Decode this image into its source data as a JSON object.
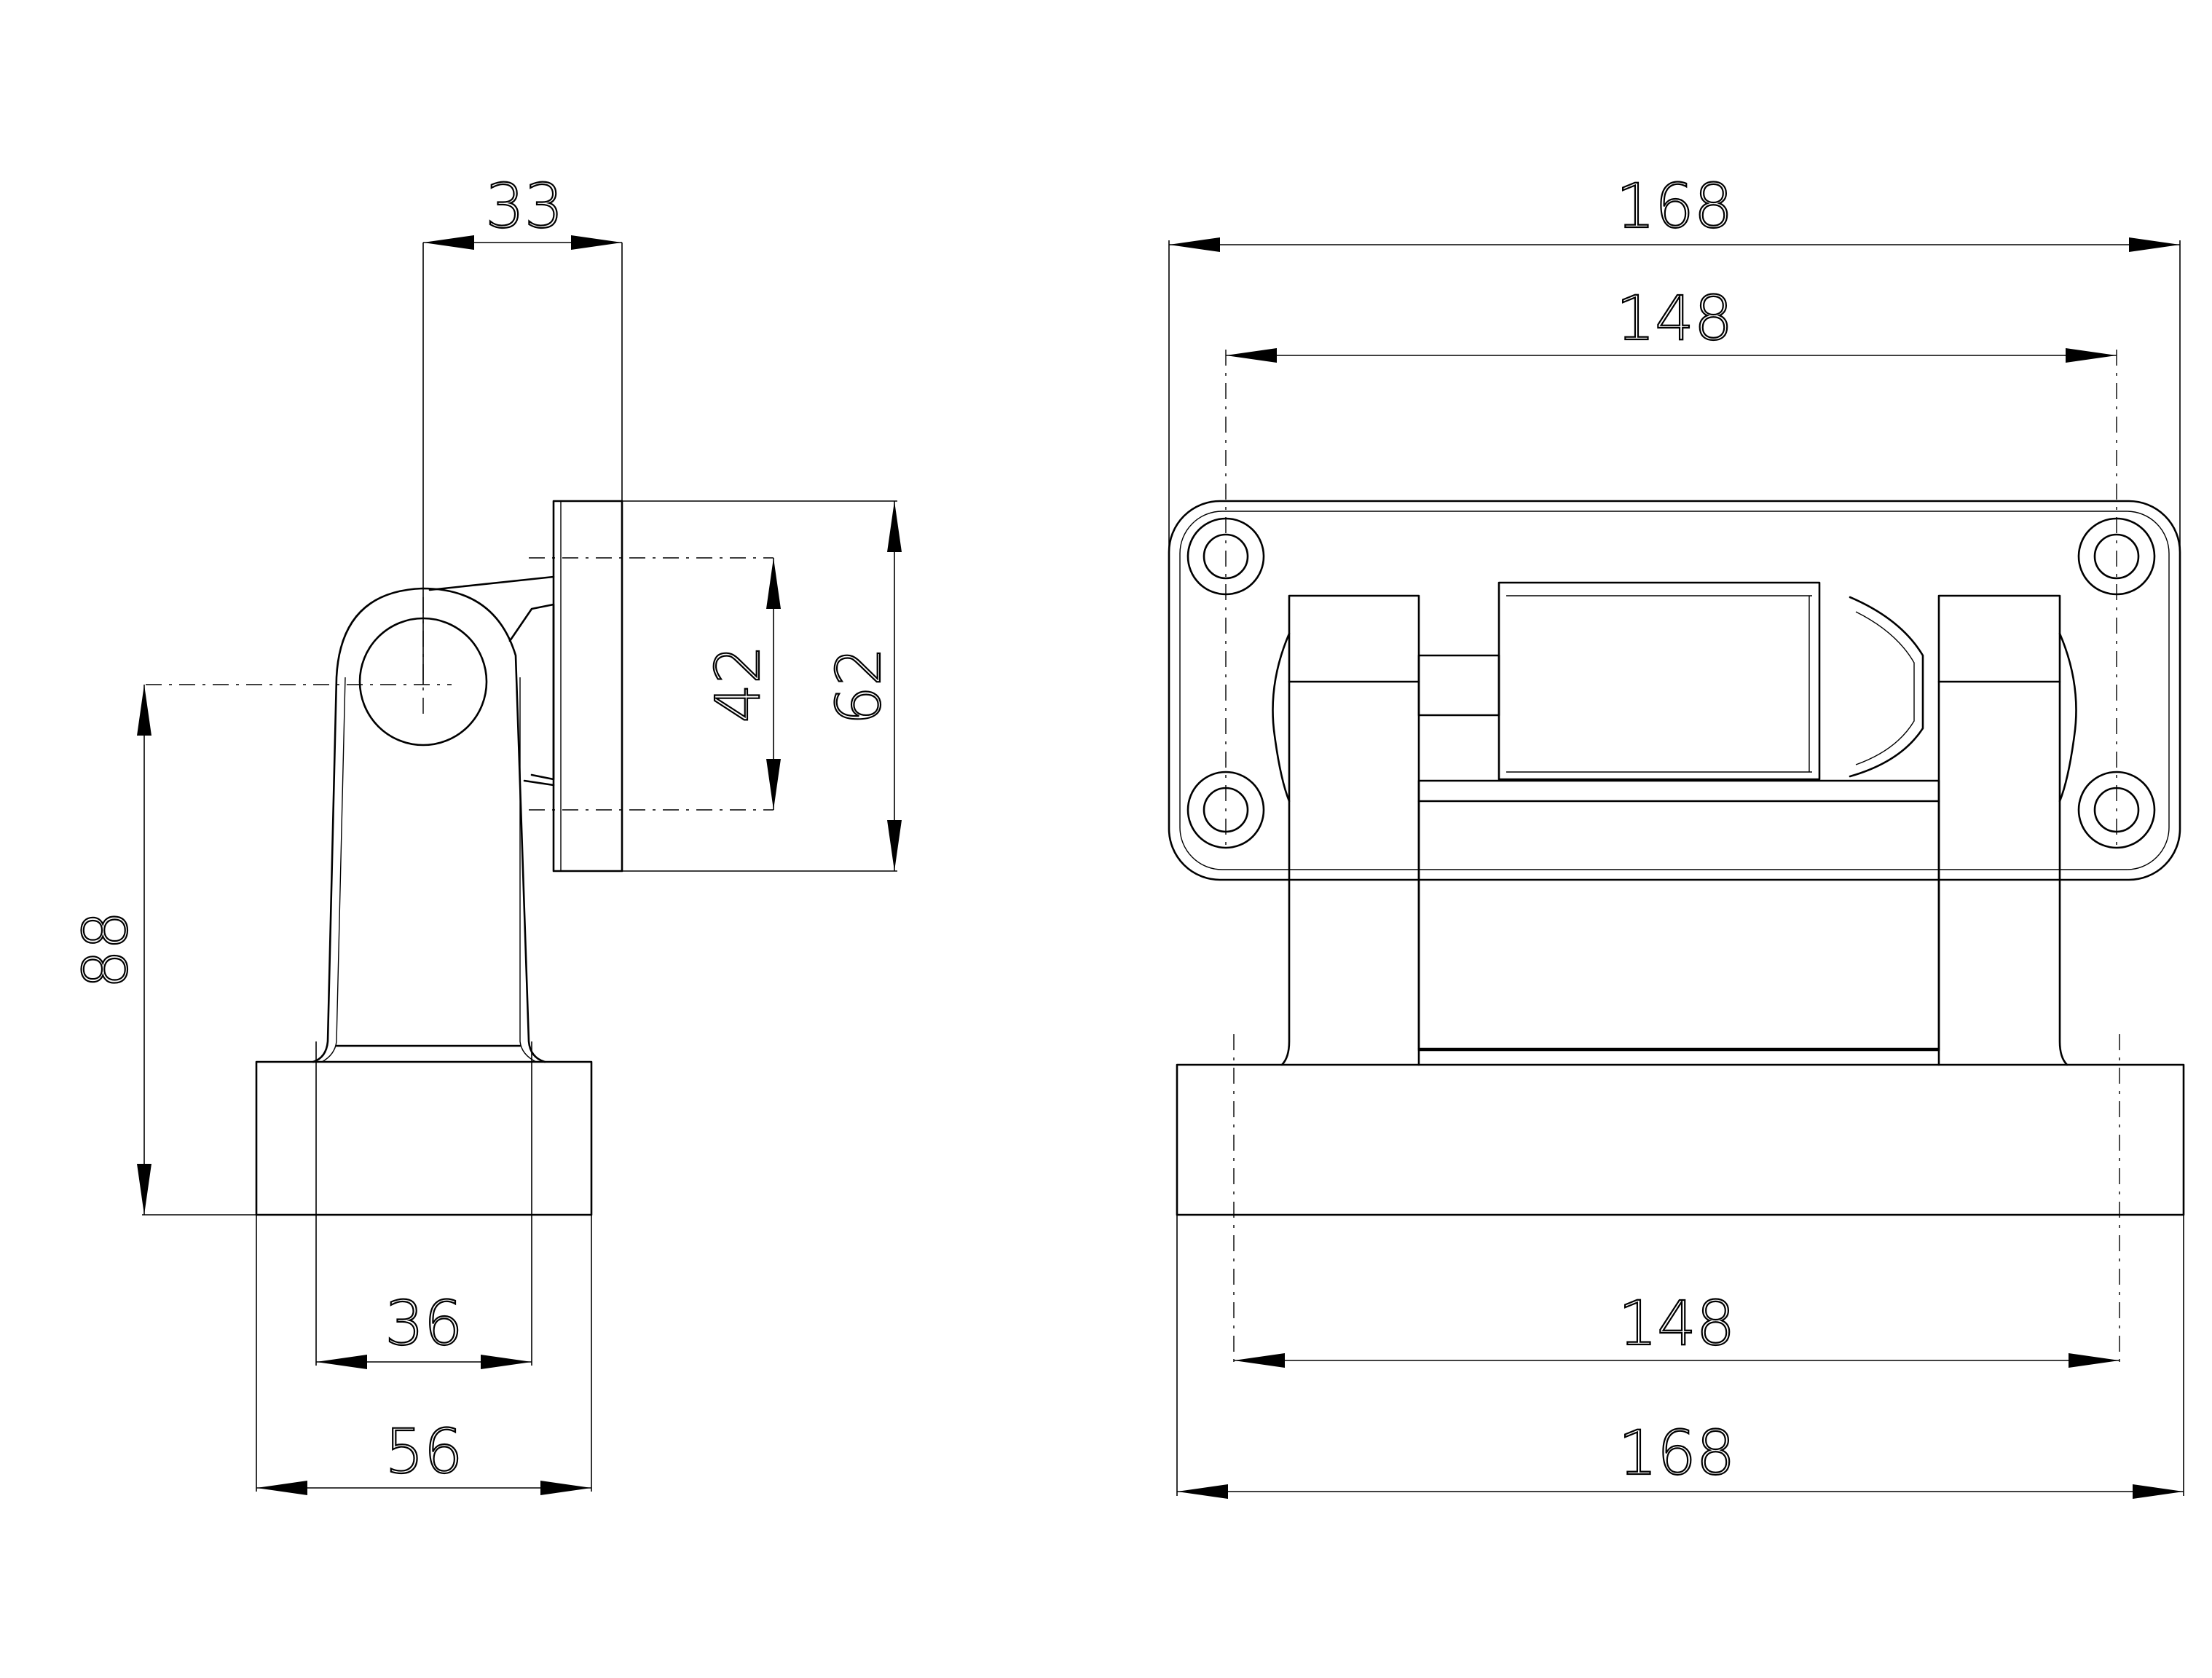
{
  "drawing": {
    "side_view": {
      "dimensions": {
        "width_33": "33",
        "height_42": "42",
        "height_62": "62",
        "height_88": "88",
        "width_36": "36",
        "width_56": "56"
      }
    },
    "front_view": {
      "dimensions": {
        "top_168": "168",
        "top_148": "148",
        "bottom_148": "148",
        "bottom_168": "168"
      }
    }
  }
}
